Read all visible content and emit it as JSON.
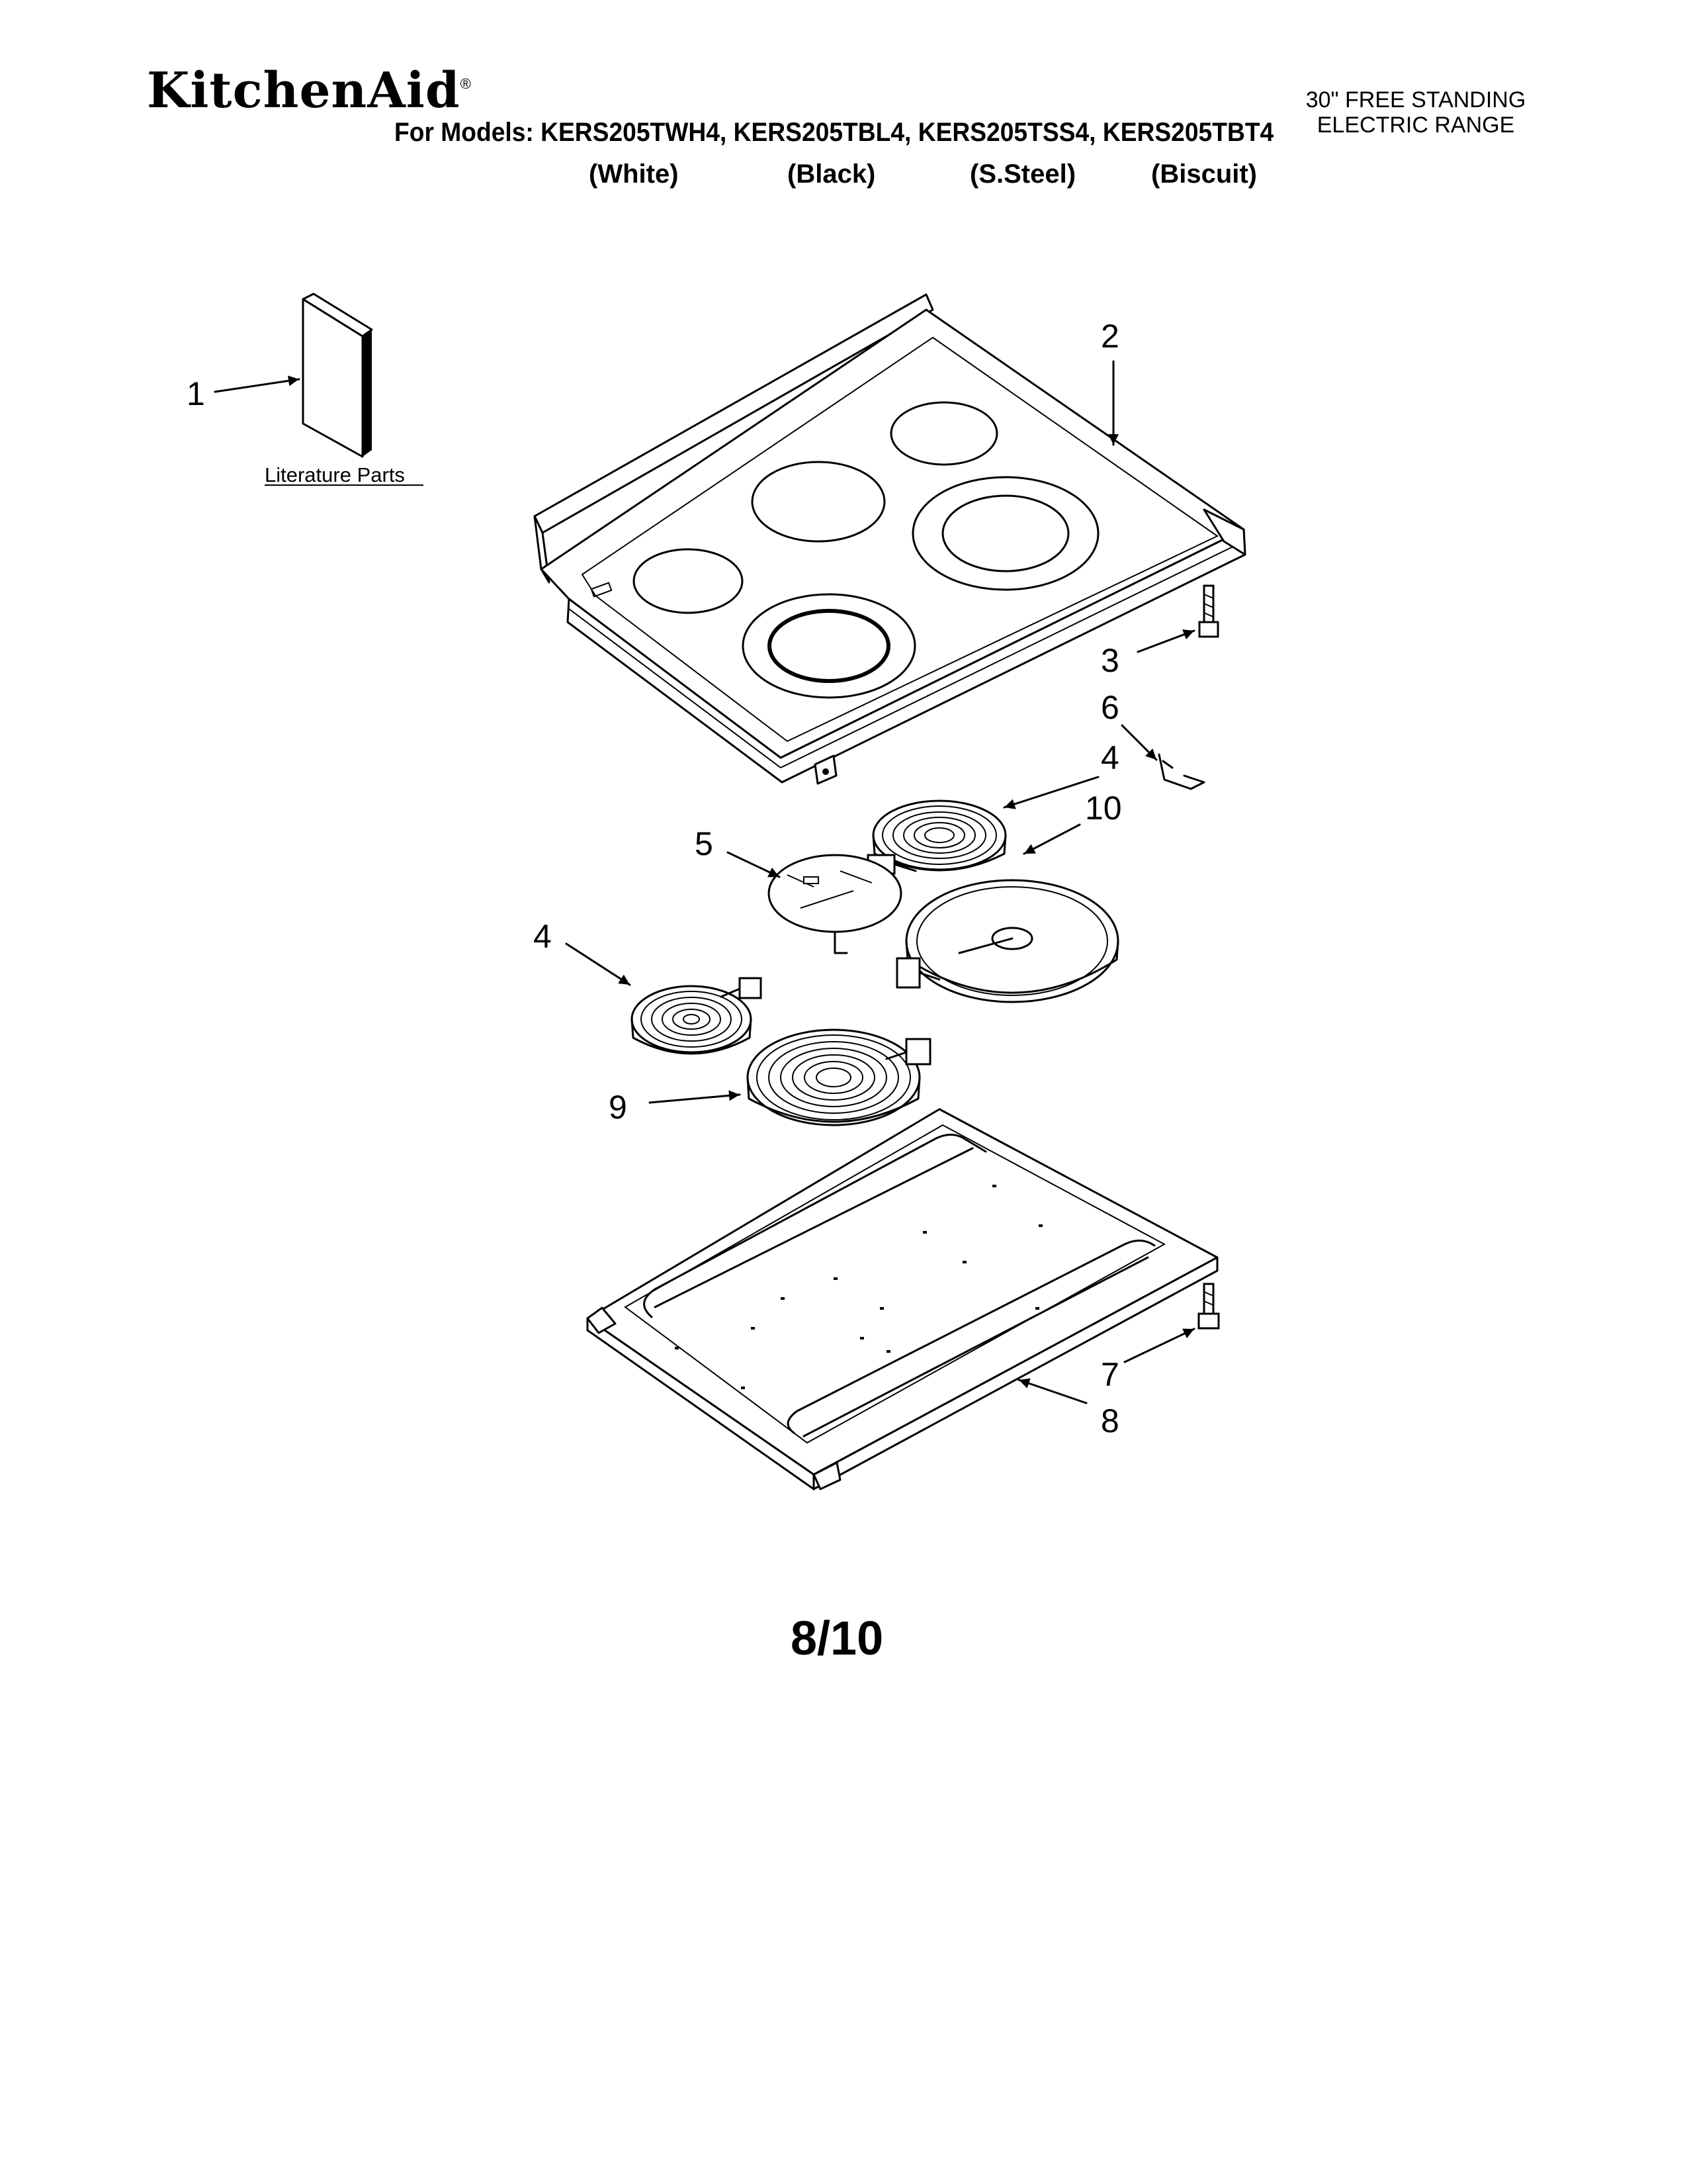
{
  "header": {
    "brand": "KitchenAid",
    "brand_mark": "®",
    "models_line": "For Models: KERS205TWH4, KERS205TBL4, KERS205TSS4, KERS205TBT4",
    "colors": [
      "(White)",
      "(Black)",
      "(S.Steel)",
      "(Biscuit)"
    ],
    "title_line1": "30\" FREE STANDING",
    "title_line2": "ELECTRIC RANGE"
  },
  "diagram": {
    "literature_label": "Literature Parts",
    "callouts": {
      "c1": "1",
      "c2": "2",
      "c3": "3",
      "c6": "6",
      "c4a": "4",
      "c10": "10",
      "c5": "5",
      "c4b": "4",
      "c9": "9",
      "c7": "7",
      "c8": "8"
    }
  },
  "footer": {
    "page": "8/10"
  }
}
